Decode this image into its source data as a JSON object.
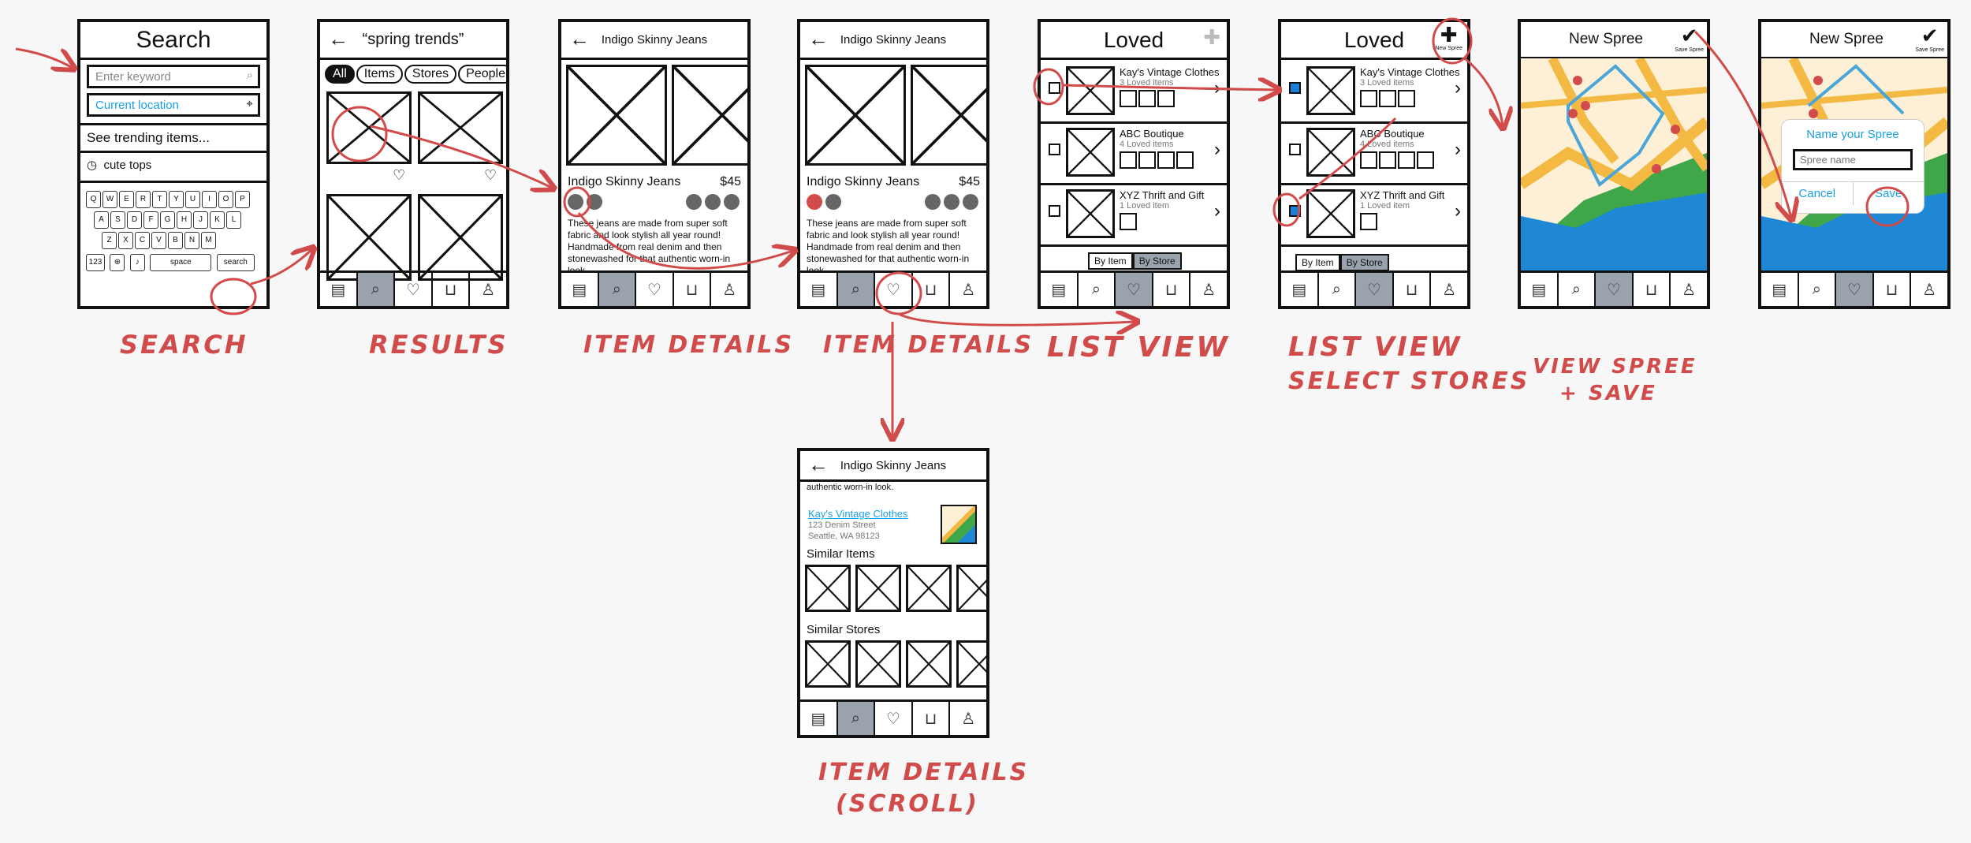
{
  "screens": {
    "search": {
      "title": "Search",
      "keyword_placeholder": "Enter keyword",
      "location": "Current location",
      "trending": "See trending items...",
      "recent": "cute tops",
      "row1": [
        "Q",
        "W",
        "E",
        "R",
        "T",
        "Y",
        "U",
        "I",
        "O",
        "P"
      ],
      "row2": [
        "A",
        "S",
        "D",
        "F",
        "G",
        "H",
        "J",
        "K",
        "L"
      ],
      "row3": [
        "Z",
        "X",
        "C",
        "V",
        "B",
        "N",
        "M"
      ],
      "num": "123",
      "space": "space",
      "search_key": "search"
    },
    "results": {
      "title": "“spring trends”",
      "filters": [
        "All",
        "Items",
        "Stores",
        "People"
      ]
    },
    "item": {
      "title": "Indigo Skinny Jeans",
      "name": "Indigo Skinny Jeans",
      "price": "$45",
      "desc": "These jeans are made from super soft fabric and look stylish all year round! Handmade from real denim and then stonewashed for that authentic worn-in look."
    },
    "loved": {
      "title": "Loved",
      "new_spree": "New Spree",
      "stores": [
        {
          "name": "Kay's Vintage Clothes",
          "count": "3 Loved items"
        },
        {
          "name": "ABC Boutique",
          "count": "4 Loved items"
        },
        {
          "name": "XYZ Thrift and Gift",
          "count": "1 Loved item"
        }
      ],
      "by_item": "By Item",
      "by_store": "By Store"
    },
    "spree": {
      "title": "New Spree",
      "save": "Save Spree",
      "name_title": "Name your Spree",
      "name_placeholder": "Spree name",
      "cancel": "Cancel",
      "save_btn": "Save"
    },
    "scroll": {
      "top_text": "authentic worn-in look.",
      "store_link": "Kay's Vintage Clothes",
      "addr1": "123 Denim Street",
      "addr2": "Seattle, WA 98123",
      "similar_items": "Similar Items",
      "similar_stores": "Similar Stores"
    }
  },
  "labels": {
    "search": "SEARCH",
    "results": "RESULTS",
    "item_details_1": "ITEM DETAILS",
    "item_details_2": "ITEM DETAILS",
    "list_view": "LIST VIEW",
    "list_view_select_1": "LIST VIEW",
    "list_view_select_2": "SELECT STORES",
    "view_spree_1": "VIEW SPREE",
    "view_spree_2": "+ SAVE",
    "scroll_1": "ITEM DETAILS",
    "scroll_2": "(SCROLL)"
  },
  "colors": {
    "accent_red": "#d24b4b",
    "link_blue": "#1aa0e6",
    "tab_active": "#9aa3ad"
  }
}
